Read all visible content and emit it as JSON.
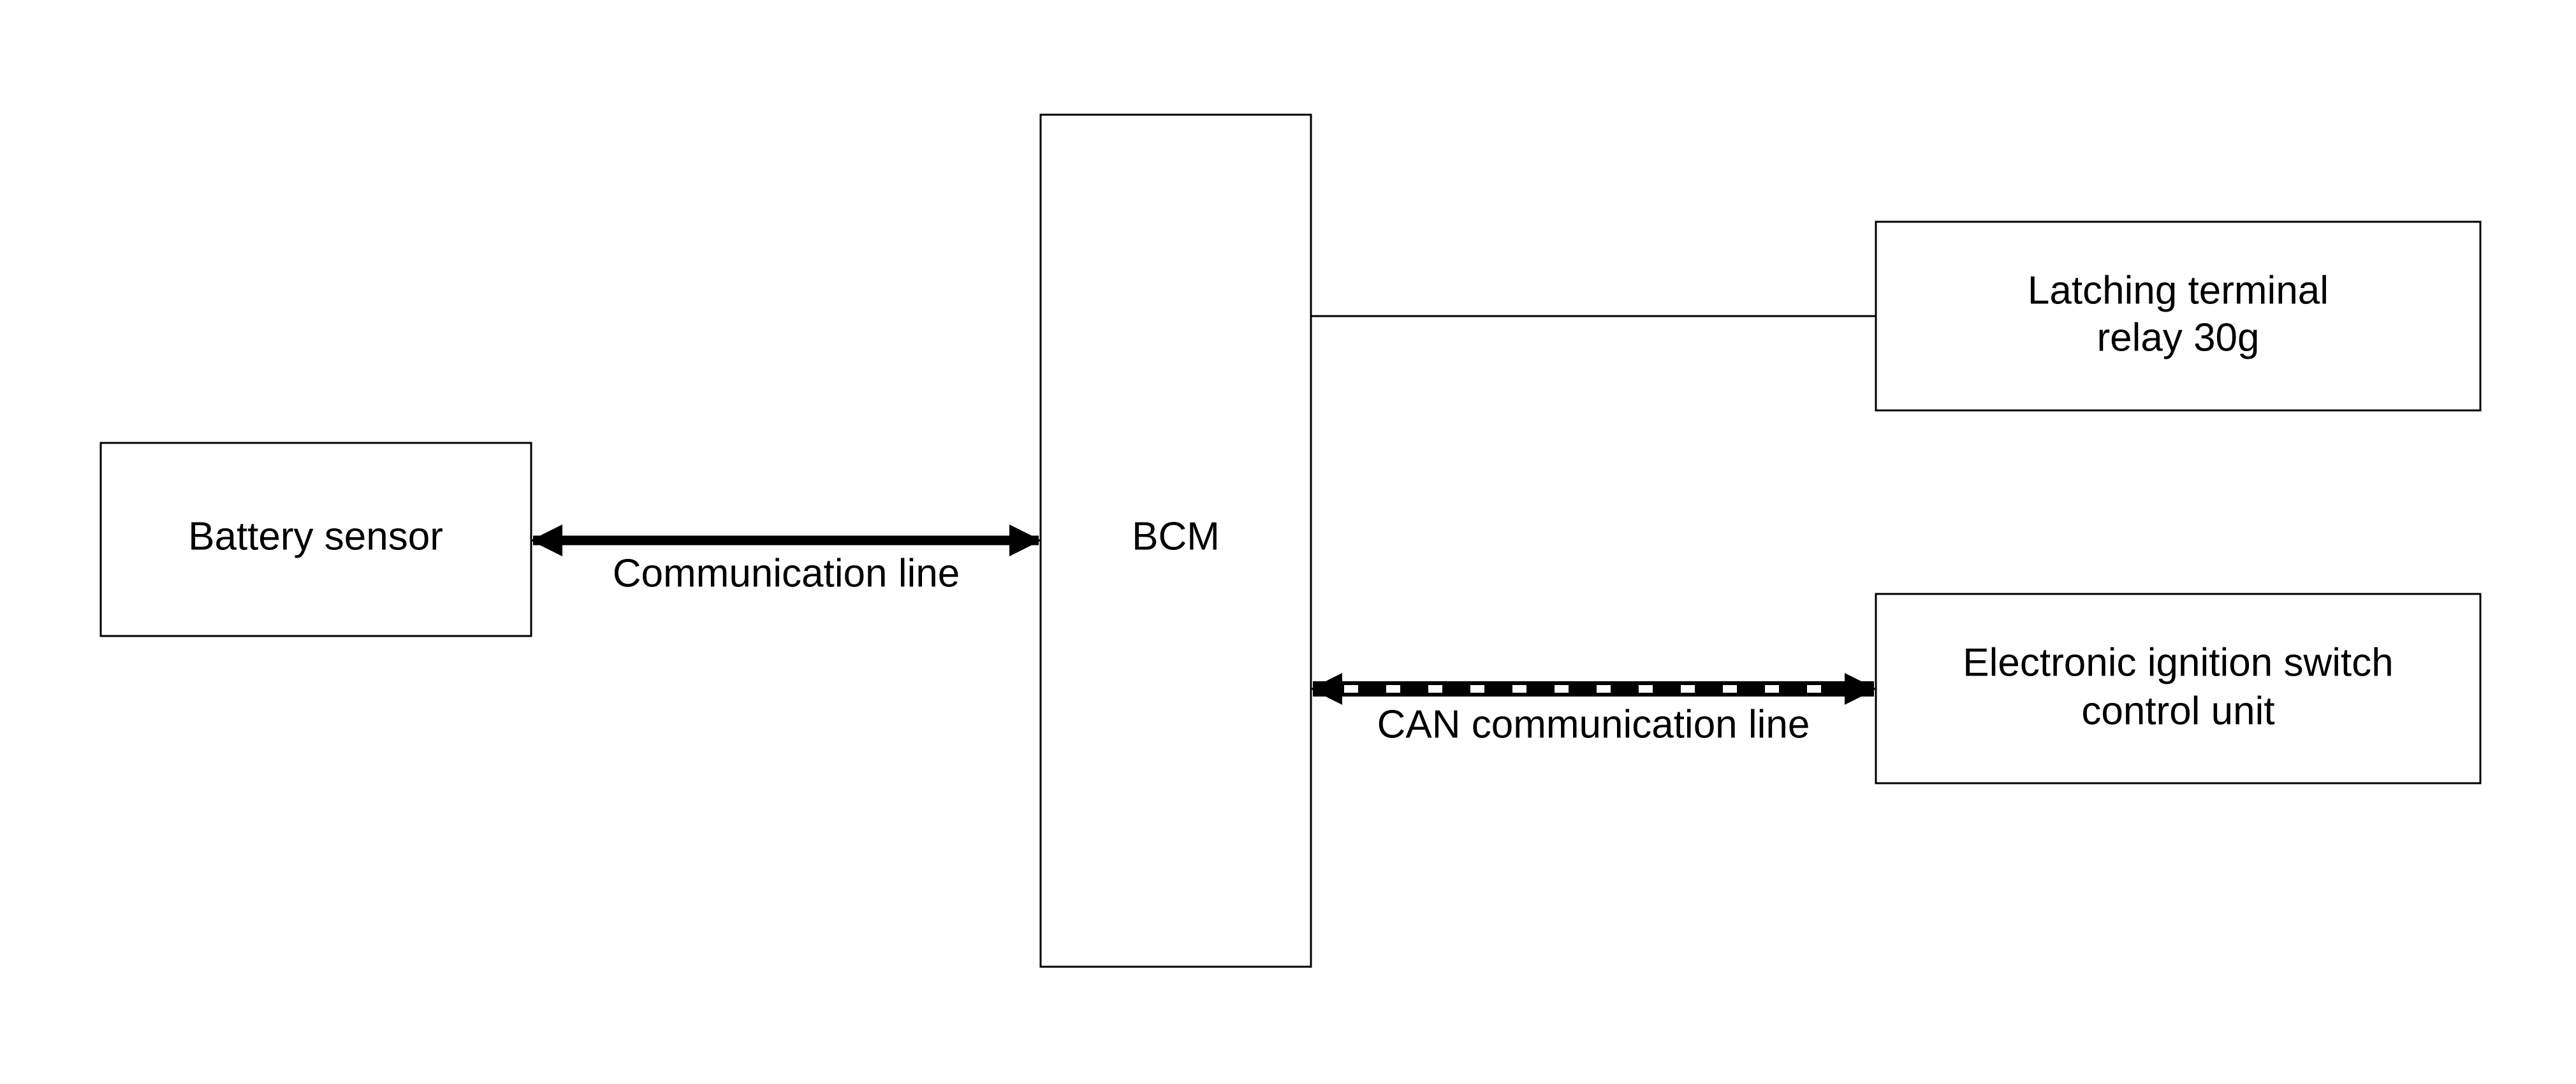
{
  "diagram": {
    "blocks": {
      "battery_sensor": {
        "label": "Battery sensor"
      },
      "bcm": {
        "label": "BCM"
      },
      "latching_relay": {
        "line1": "Latching terminal",
        "line2": "relay 30g"
      },
      "ignition_unit": {
        "line1": "Electronic ignition switch",
        "line2": "control unit"
      }
    },
    "connections": {
      "comm_line": {
        "label": "Communication line",
        "style": "solid-bidirectional"
      },
      "can_line": {
        "label": "CAN communication line",
        "style": "dashed-bidirectional"
      },
      "relay_wire": {
        "style": "plain"
      }
    },
    "colors": {
      "stroke": "#000000",
      "background": "#ffffff"
    }
  }
}
